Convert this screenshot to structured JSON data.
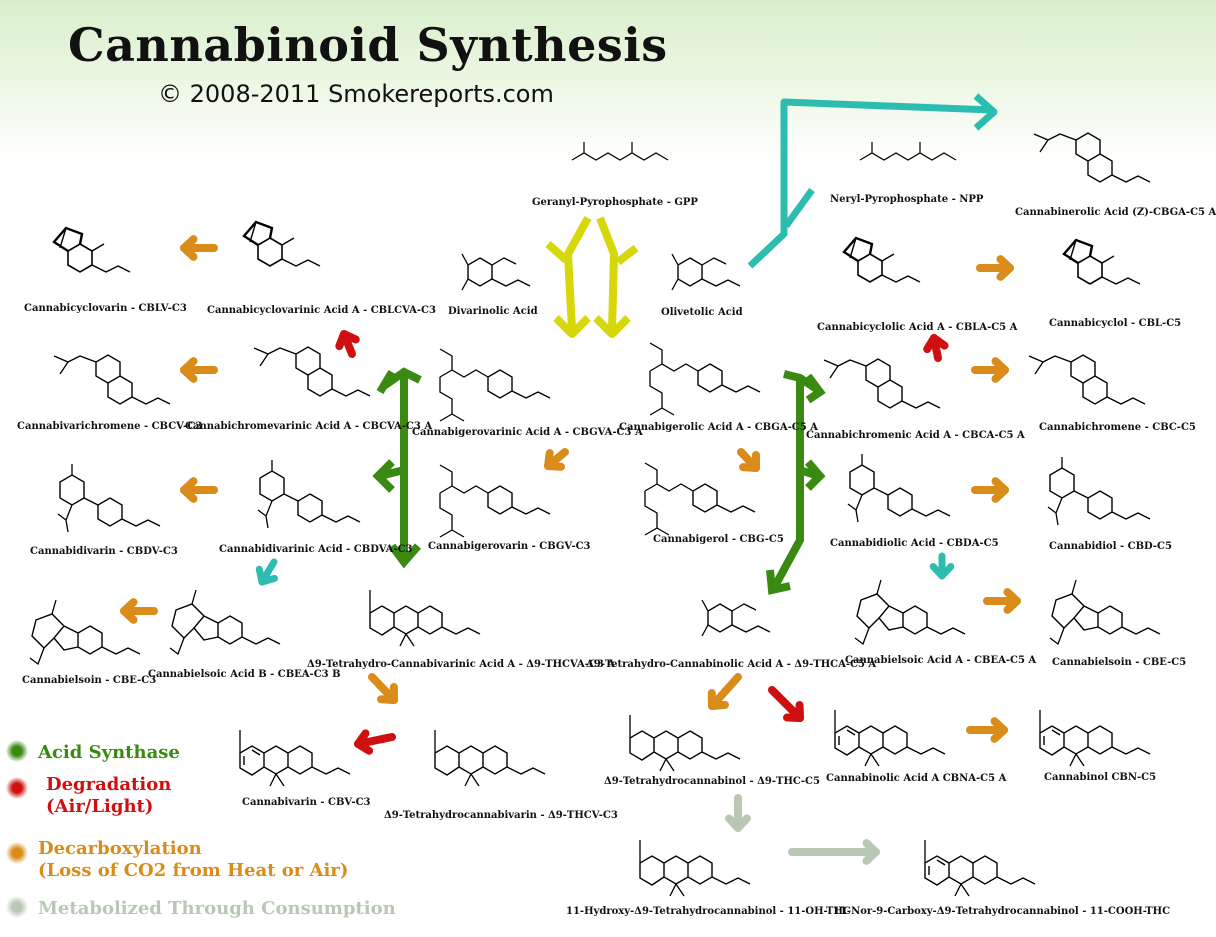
{
  "header": {
    "title": "Cannabinoid Synthesis",
    "copyright": "© 2008-2011 Smokereports.com"
  },
  "colors": {
    "acid_synthase": "#3a8a12",
    "degradation": "#d01010",
    "decarboxylation": "#d98c1a",
    "metabolized": "#b9c8b4",
    "isomerization": "#2dbdb0",
    "precursor": "#d6d80a"
  },
  "compounds": {
    "gpp": "Geranyl-Pyrophosphate - GPP",
    "npp": "Neryl-Pyrophosphate - NPP",
    "cbgaz": "Cannabinerolic Acid (Z)-CBGA-C5 A",
    "divarinolic": "Divarinolic Acid",
    "olivetolic": "Olivetolic Acid",
    "cblv": "Cannabicyclovarin - CBLV-C3",
    "cblcva": "Cannabicyclovarinic Acid A - CBLCVA-C3",
    "cbla": "Cannabicyclolic Acid A - CBLA-C5 A",
    "cbl": "Cannabicyclol - CBL-C5",
    "cbcv": "Cannabivarichromene - CBCV-C3",
    "cbcva": "Cannabichromevarinic Acid A - CBCVA-C3 A",
    "cbgva": "Cannabigerovarinic Acid A - CBGVA-C3 A",
    "cbga": "Cannabigerolic Acid A - CBGA-C5 A",
    "cbca": "Cannabichromenic Acid A - CBCA-C5 A",
    "cbc": "Cannabichromene - CBC-C5",
    "cbdv": "Cannabidivarin - CBDV-C3",
    "cbdva": "Cannabidivarinic Acid - CBDVA-C3",
    "cbgv": "Cannabigerovarin - CBGV-C3",
    "cbg": "Cannabigerol - CBG-C5",
    "cbda": "Cannabidiolic Acid - CBDA-C5",
    "cbd": "Cannabidiol - CBD-C5",
    "cbe3": "Cannabielsoin - CBE-C3",
    "cbeab": "Cannabielsoic Acid B - CBEA-C3 B",
    "thcva": "Δ9-Tetrahydro-Cannabivarinic Acid A - Δ9-THCVA-C3 A",
    "thca": "Δ9-Tetrahydro-Cannabinolic Acid A - Δ9-THCA-C5 A",
    "cbea": "Cannabielsoic Acid A - CBEA-C5 A",
    "cbe5": "Cannabielsoin - CBE-C5",
    "cbv": "Cannabivarin - CBV-C3",
    "thcv": "Δ9-Tetrahydrocannabivarin - Δ9-THCV-C3",
    "thc": "Δ9-Tetrahydrocannabinol - Δ9-THC-C5",
    "cbna": "Cannabinolic Acid A CBNA-C5 A",
    "cbn": "Cannabinol CBN-C5",
    "ohthc": "11-Hydroxy-Δ9-Tetrahydrocannabinol - 11-OH-THC",
    "coohthc": "11-Nor-9-Carboxy-Δ9-Tetrahydrocannabinol - 11-COOH-THC"
  },
  "legend": {
    "acid": "Acid Synthase",
    "degr1": "Degradation",
    "degr2": "(Air/Light)",
    "decarb1": "Decarboxylation",
    "decarb2": "(Loss of CO2 from Heat or Air)",
    "metab": "Metabolized Through Consumption"
  }
}
